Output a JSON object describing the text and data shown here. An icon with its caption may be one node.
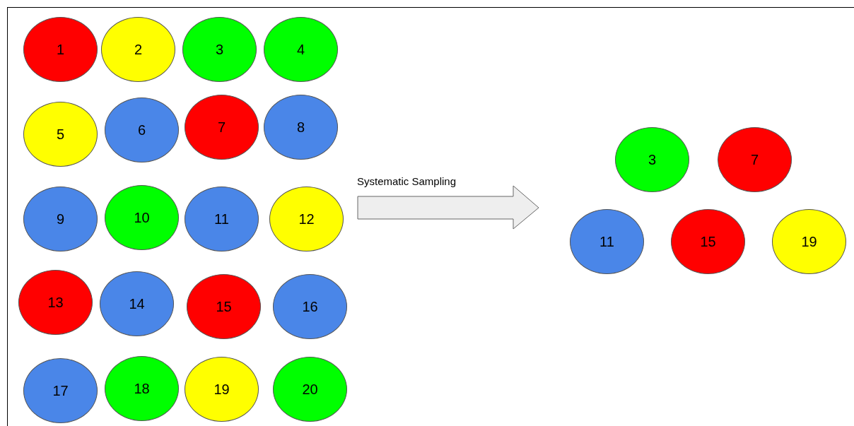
{
  "diagram": {
    "nodes": [
      {
        "text": [
          "1"
        ]
      },
      {
        "text": [
          "2"
        ]
      },
      {
        "text": [
          "3"
        ]
      },
      {
        "text": [
          "4"
        ]
      },
      {
        "text": [
          "5"
        ]
      },
      {
        "text": [
          "6"
        ]
      },
      {
        "text": [
          "7"
        ]
      },
      {
        "text": [
          "8"
        ]
      },
      {
        "text": [
          "9"
        ]
      },
      {
        "text": [
          "10"
        ]
      },
      {
        "text": [
          "11"
        ]
      },
      {
        "text": [
          "12"
        ]
      },
      {
        "text": [
          "13"
        ]
      },
      {
        "text": [
          "14"
        ]
      },
      {
        "text": [
          "15"
        ]
      },
      {
        "text": [
          "16"
        ]
      },
      {
        "text": [
          "17"
        ]
      },
      {
        "text": [
          "18"
        ]
      },
      {
        "text": [
          "19"
        ]
      },
      {
        "text": [
          "20"
        ]
      },
      {
        "text": [
          "Systematic Sampling"
        ]
      },
      {
        "text": [
          "3"
        ]
      },
      {
        "text": [
          "7"
        ]
      },
      {
        "text": [
          "11"
        ]
      },
      {
        "text": [
          "15"
        ]
      },
      {
        "text": [
          "19"
        ]
      }
    ]
  }
}
